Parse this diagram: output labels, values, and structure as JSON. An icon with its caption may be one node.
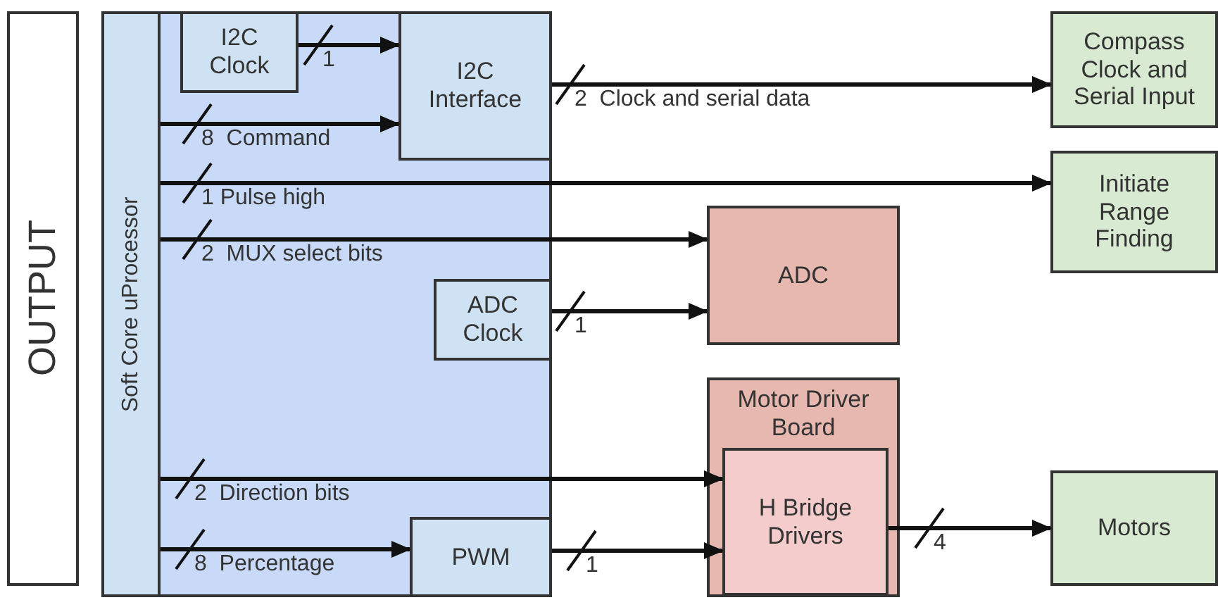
{
  "diagram": {
    "nodes": [
      {
        "text": [
          "OUTPUT"
        ]
      },
      {
        "text": [],
        "shape": "box"
      },
      {
        "text": [
          "Soft Core uProcessor"
        ],
        "in": 1
      },
      {
        "text": [
          "I2C Clock"
        ],
        "in": 1
      },
      {
        "text": [
          "I2C Interface"
        ],
        "in": 1
      },
      {
        "text": [
          "ADC Clock"
        ],
        "in": 1
      },
      {
        "text": [
          "PWM"
        ],
        "in": 1
      },
      {
        "text": [
          "Compass Clock and Serial Input"
        ]
      },
      {
        "text": [
          "Initiate Range Finding"
        ]
      },
      {
        "text": [
          "ADC"
        ]
      },
      {
        "text": [
          "Motor Driver Board"
        ]
      },
      {
        "text": [
          "H Bridge Drivers"
        ],
        "in": 10
      },
      {
        "text": [
          "Motors"
        ]
      }
    ],
    "edges": [
      {
        "from": 3,
        "to": 4,
        "arrow": "to",
        "label": "1"
      },
      {
        "from": 2,
        "to": 4,
        "arrow": "to",
        "label": "8  Command"
      },
      {
        "from": 4,
        "to": 7,
        "arrow": "to",
        "label": "2  Clock and serial data"
      },
      {
        "from": 2,
        "to": 8,
        "arrow": "to",
        "label": "1 Pulse high"
      },
      {
        "from": 2,
        "to": 9,
        "arrow": "to",
        "label": "2  MUX select bits"
      },
      {
        "from": 5,
        "to": 9,
        "arrow": "to",
        "label": "1"
      },
      {
        "from": 2,
        "to": 11,
        "arrow": "to",
        "label": "2  Direction bits"
      },
      {
        "from": 2,
        "to": 6,
        "arrow": "to",
        "label": "8  Percentage"
      },
      {
        "from": 6,
        "to": 11,
        "arrow": "to",
        "label": "1"
      },
      {
        "from": 11,
        "to": 12,
        "arrow": "to",
        "label": "4"
      }
    ]
  }
}
